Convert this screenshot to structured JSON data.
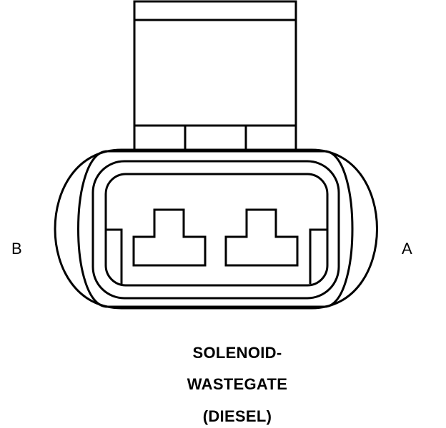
{
  "pins": {
    "left": "B",
    "right": "A"
  },
  "caption": {
    "line1": "SOLENOID-",
    "line2": "WASTEGATE",
    "line3": "(DIESEL)"
  },
  "colors": {
    "stroke": "#000000",
    "background": "#ffffff"
  }
}
